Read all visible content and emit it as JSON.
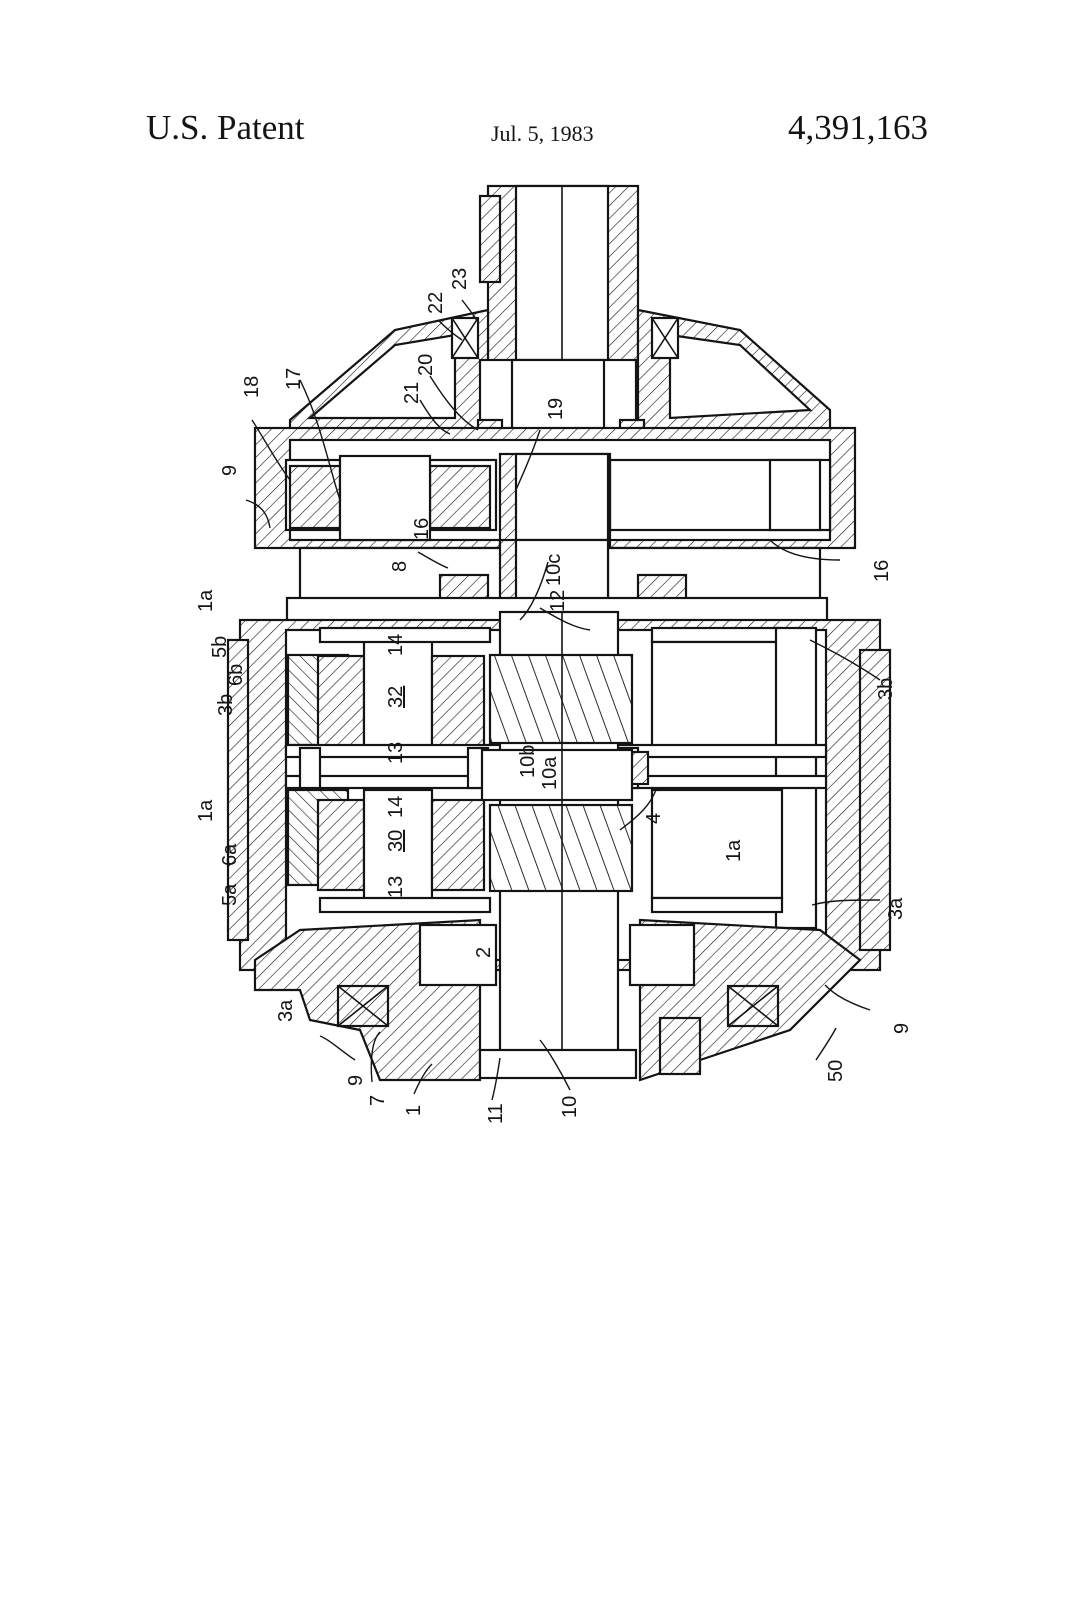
{
  "header": {
    "left": "U.S. Patent",
    "date": "Jul. 5, 1983",
    "number": "4,391,163"
  },
  "drawing": {
    "labels": {
      "n9a": "9",
      "n18": "18",
      "n17": "17",
      "n21": "21",
      "n20": "20",
      "n22": "22",
      "n23": "23",
      "n19": "19",
      "n16a": "16",
      "n16b": "16",
      "n10c": "10c",
      "n8": "8",
      "n12": "12",
      "n1a1": "1a",
      "n5b": "5b",
      "n6b": "6b",
      "n3b1": "3b",
      "n3b2": "3b",
      "n14a": "14",
      "n32": "32",
      "n13a": "13",
      "n10b": "10b",
      "n10a": "10a",
      "n1a2": "1a",
      "n14b": "14",
      "n30": "30",
      "n13b": "13",
      "n4": "4",
      "n1a3": "1a",
      "n6a": "6a",
      "n5a": "5a",
      "n3a1": "3a",
      "n3a2": "3a",
      "n2": "2",
      "n9b": "9",
      "n9c": "9",
      "n7": "7",
      "n1": "1",
      "n11": "11",
      "n10": "10",
      "n50": "50"
    }
  }
}
